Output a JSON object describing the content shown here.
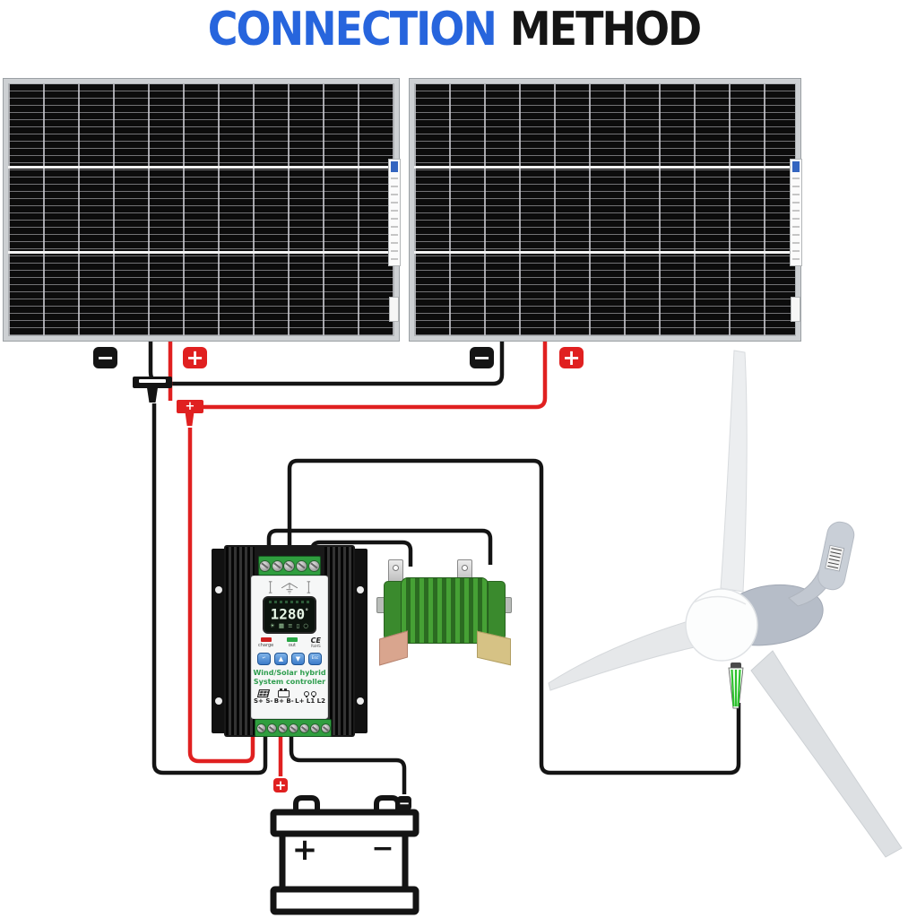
{
  "title": {
    "word1": "CONNECTION",
    "word2": "METHOD"
  },
  "colors": {
    "accent_blue": "#2765dd",
    "wire_red": "#e02020",
    "wire_black": "#141414",
    "terminal_green": "#2f9e3f",
    "resistor_green": "#3a8a2d",
    "brand_green": "#2f9e4f"
  },
  "terminals": {
    "minus": "−",
    "plus": "+"
  },
  "controller": {
    "display_value": "1280",
    "display_unit_mark": "°",
    "lcd_icons": "☀ ▦ ≡ ▯ ○",
    "charge_led_label": "charge",
    "out_led_label": "out",
    "cert_mark": "CE",
    "cert_sub": "RoHS",
    "buttons": [
      {
        "glyph": "↵"
      },
      {
        "glyph": "▲"
      },
      {
        "glyph": "▼"
      },
      {
        "glyph": "Esc"
      }
    ],
    "brand_line1": "Wind/Solar hybrid",
    "brand_line2": "System controller",
    "io_labels": {
      "solar": "S+  S-",
      "battery": "B+  B-",
      "load": "L+  L1  L2"
    }
  },
  "battery": {
    "plus_label": "+",
    "minus_label": "−"
  }
}
